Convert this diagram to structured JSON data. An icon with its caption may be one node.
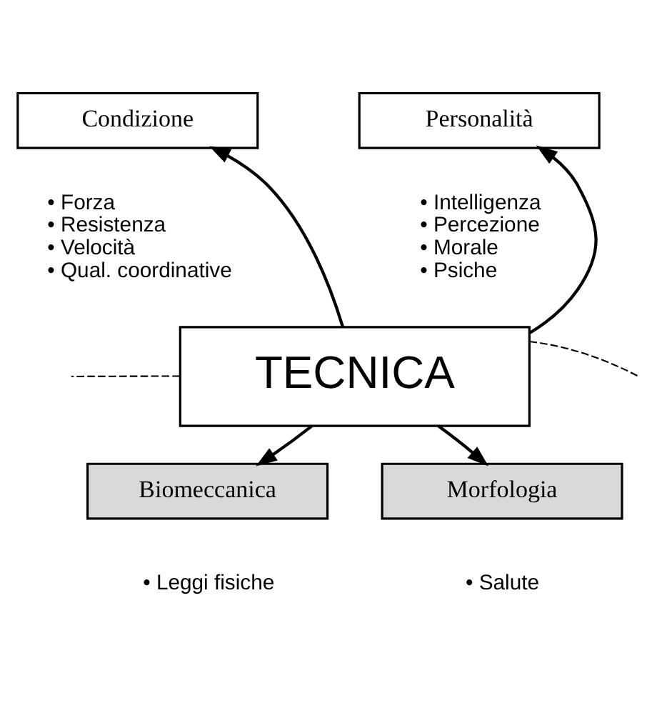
{
  "diagram": {
    "nodes": [
      {
        "text": [
          "Condizione"
        ],
        "beside": [
          "• Forza",
          "• Resistenza",
          "• Velocità",
          "• Qual. coordinative"
        ]
      },
      {
        "text": [
          "Personalità"
        ],
        "beside": [
          "• Intelligenza",
          "• Percezione",
          "• Morale",
          "• Psiche"
        ]
      },
      {
        "text": [
          "TECNICA"
        ]
      },
      {
        "text": [
          "Biomeccanica"
        ],
        "beside": [
          "• Leggi fisiche"
        ]
      },
      {
        "text": [
          "Morfologia"
        ],
        "beside": [
          "• Salute"
        ]
      }
    ],
    "edges": [
      {
        "from": 2,
        "to": 0,
        "arrow": "to"
      },
      {
        "from": 2,
        "to": 1,
        "arrow": "to"
      },
      {
        "from": 2,
        "to": 3,
        "arrow": "to"
      },
      {
        "from": 2,
        "to": 4,
        "arrow": "to"
      },
      {
        "from": 2,
        "to": null,
        "arrow": "none",
        "style": "dashed"
      },
      {
        "from": 2,
        "to": null,
        "arrow": "none",
        "style": "dashed"
      }
    ]
  }
}
